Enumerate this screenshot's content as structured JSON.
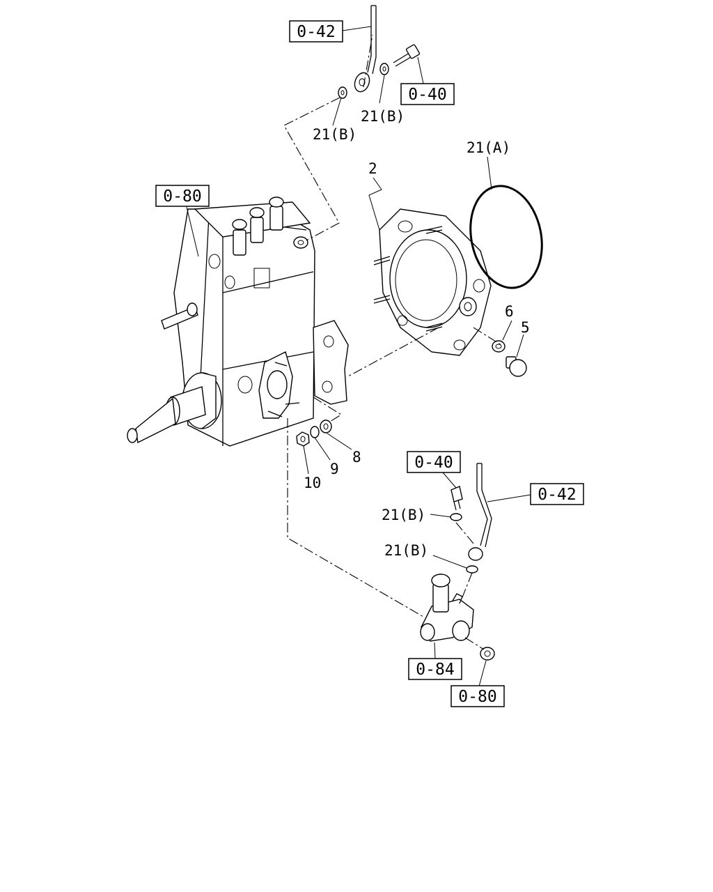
{
  "refs": {
    "r1": "0-42",
    "r2": "0-40",
    "r3": "0-80",
    "r4": "0-40",
    "r5": "0-42",
    "r6": "0-84",
    "r7": "0-80"
  },
  "labels": {
    "l1": "21(B)",
    "l2": "21(B)",
    "l3": "21(A)",
    "l4": "2",
    "l5": "6",
    "l6": "5",
    "l7": "8",
    "l8": "9",
    "l9": "10",
    "l10": "21(B)",
    "l11": "21(B)"
  }
}
